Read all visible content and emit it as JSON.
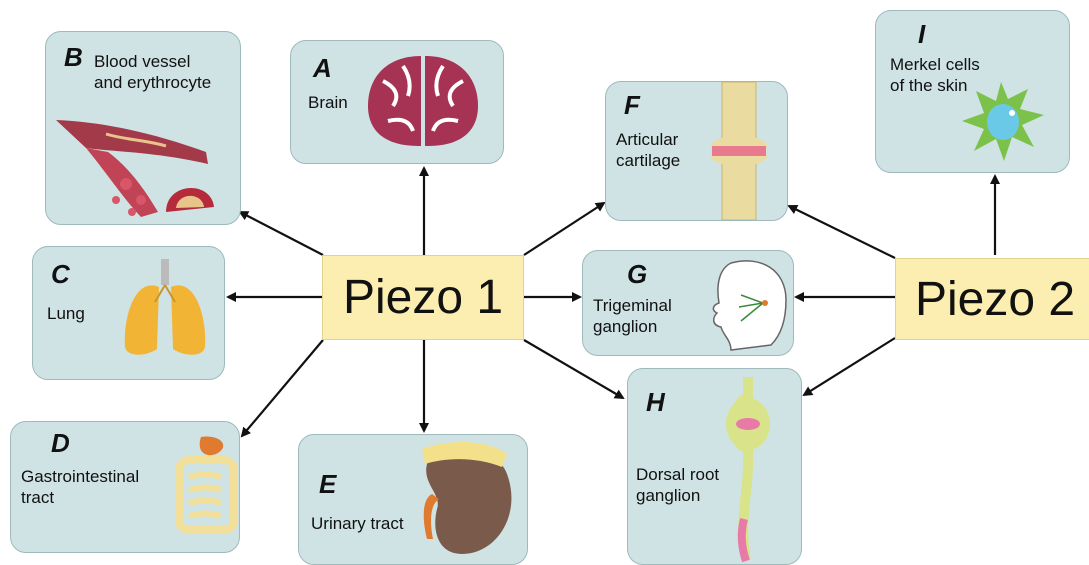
{
  "hubs": {
    "piezo1": "Piezo 1",
    "piezo2": "Piezo 2"
  },
  "panels": {
    "A": {
      "letter": "A",
      "label": "Brain"
    },
    "B": {
      "letter": "B",
      "label": "Blood vessel\nand erythrocyte"
    },
    "C": {
      "letter": "C",
      "label": "Lung"
    },
    "D": {
      "letter": "D",
      "label": "Gastrointestinal\ntract"
    },
    "E": {
      "letter": "E",
      "label": "Urinary tract"
    },
    "F": {
      "letter": "F",
      "label": "Articular\ncartilage"
    },
    "G": {
      "letter": "G",
      "label": "Trigeminal\nganglion"
    },
    "H": {
      "letter": "H",
      "label": "Dorsal root\nganglion"
    },
    "I": {
      "letter": "I",
      "label": "Merkel cells\nof the skin"
    }
  },
  "colors": {
    "panel_bg": "#cfe3e5",
    "hub_bg": "#fbeeb0",
    "arrow": "#111111"
  }
}
